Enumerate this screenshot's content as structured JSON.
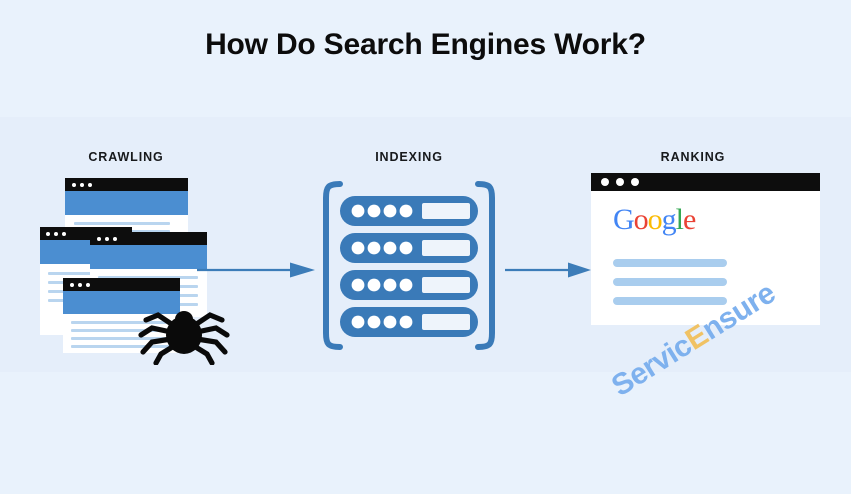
{
  "header": {
    "title": "How Do Search Engines Work?"
  },
  "theme": {
    "background": "#e9f2fc",
    "mid_panel": "#e5eefa",
    "title_color": "#0c0c0c",
    "window_blue": "#4b8ed1",
    "line_blue": "#b9d5ef",
    "rack_blue": "#3a7ab8",
    "arrow_blue": "#3c7cb8",
    "titlebar_black": "#0d0d0d",
    "result_bar_blue": "#a9cdee",
    "spider_black": "#0a0a0a"
  },
  "stages": [
    {
      "id": "crawling",
      "label": "CRAWLING",
      "icon": "stacked-browser-windows-with-spider"
    },
    {
      "id": "indexing",
      "label": "INDEXING",
      "icon": "server-rack-database",
      "rack_rows": 4,
      "dots_per_row": 4
    },
    {
      "id": "ranking",
      "label": "RANKING",
      "icon": "browser-window-with-google-results",
      "search_engine": {
        "name": "Google",
        "letters": [
          {
            "char": "G",
            "color": "#4285f4"
          },
          {
            "char": "o",
            "color": "#ea4335"
          },
          {
            "char": "o",
            "color": "#fbbc05"
          },
          {
            "char": "g",
            "color": "#4285f4"
          },
          {
            "char": "l",
            "color": "#34a853"
          },
          {
            "char": "e",
            "color": "#ea4335"
          }
        ]
      },
      "result_bars": 3
    }
  ],
  "flow": {
    "arrows": [
      {
        "id": "arrow-crawling-to-indexing",
        "from": "crawling",
        "to": "indexing"
      },
      {
        "id": "arrow-indexing-to-ranking",
        "from": "indexing",
        "to": "ranking"
      }
    ]
  },
  "watermark": {
    "part1": "Servic",
    "part2": "E",
    "part3": "nsure",
    "full_text": "ServicEnsure"
  }
}
